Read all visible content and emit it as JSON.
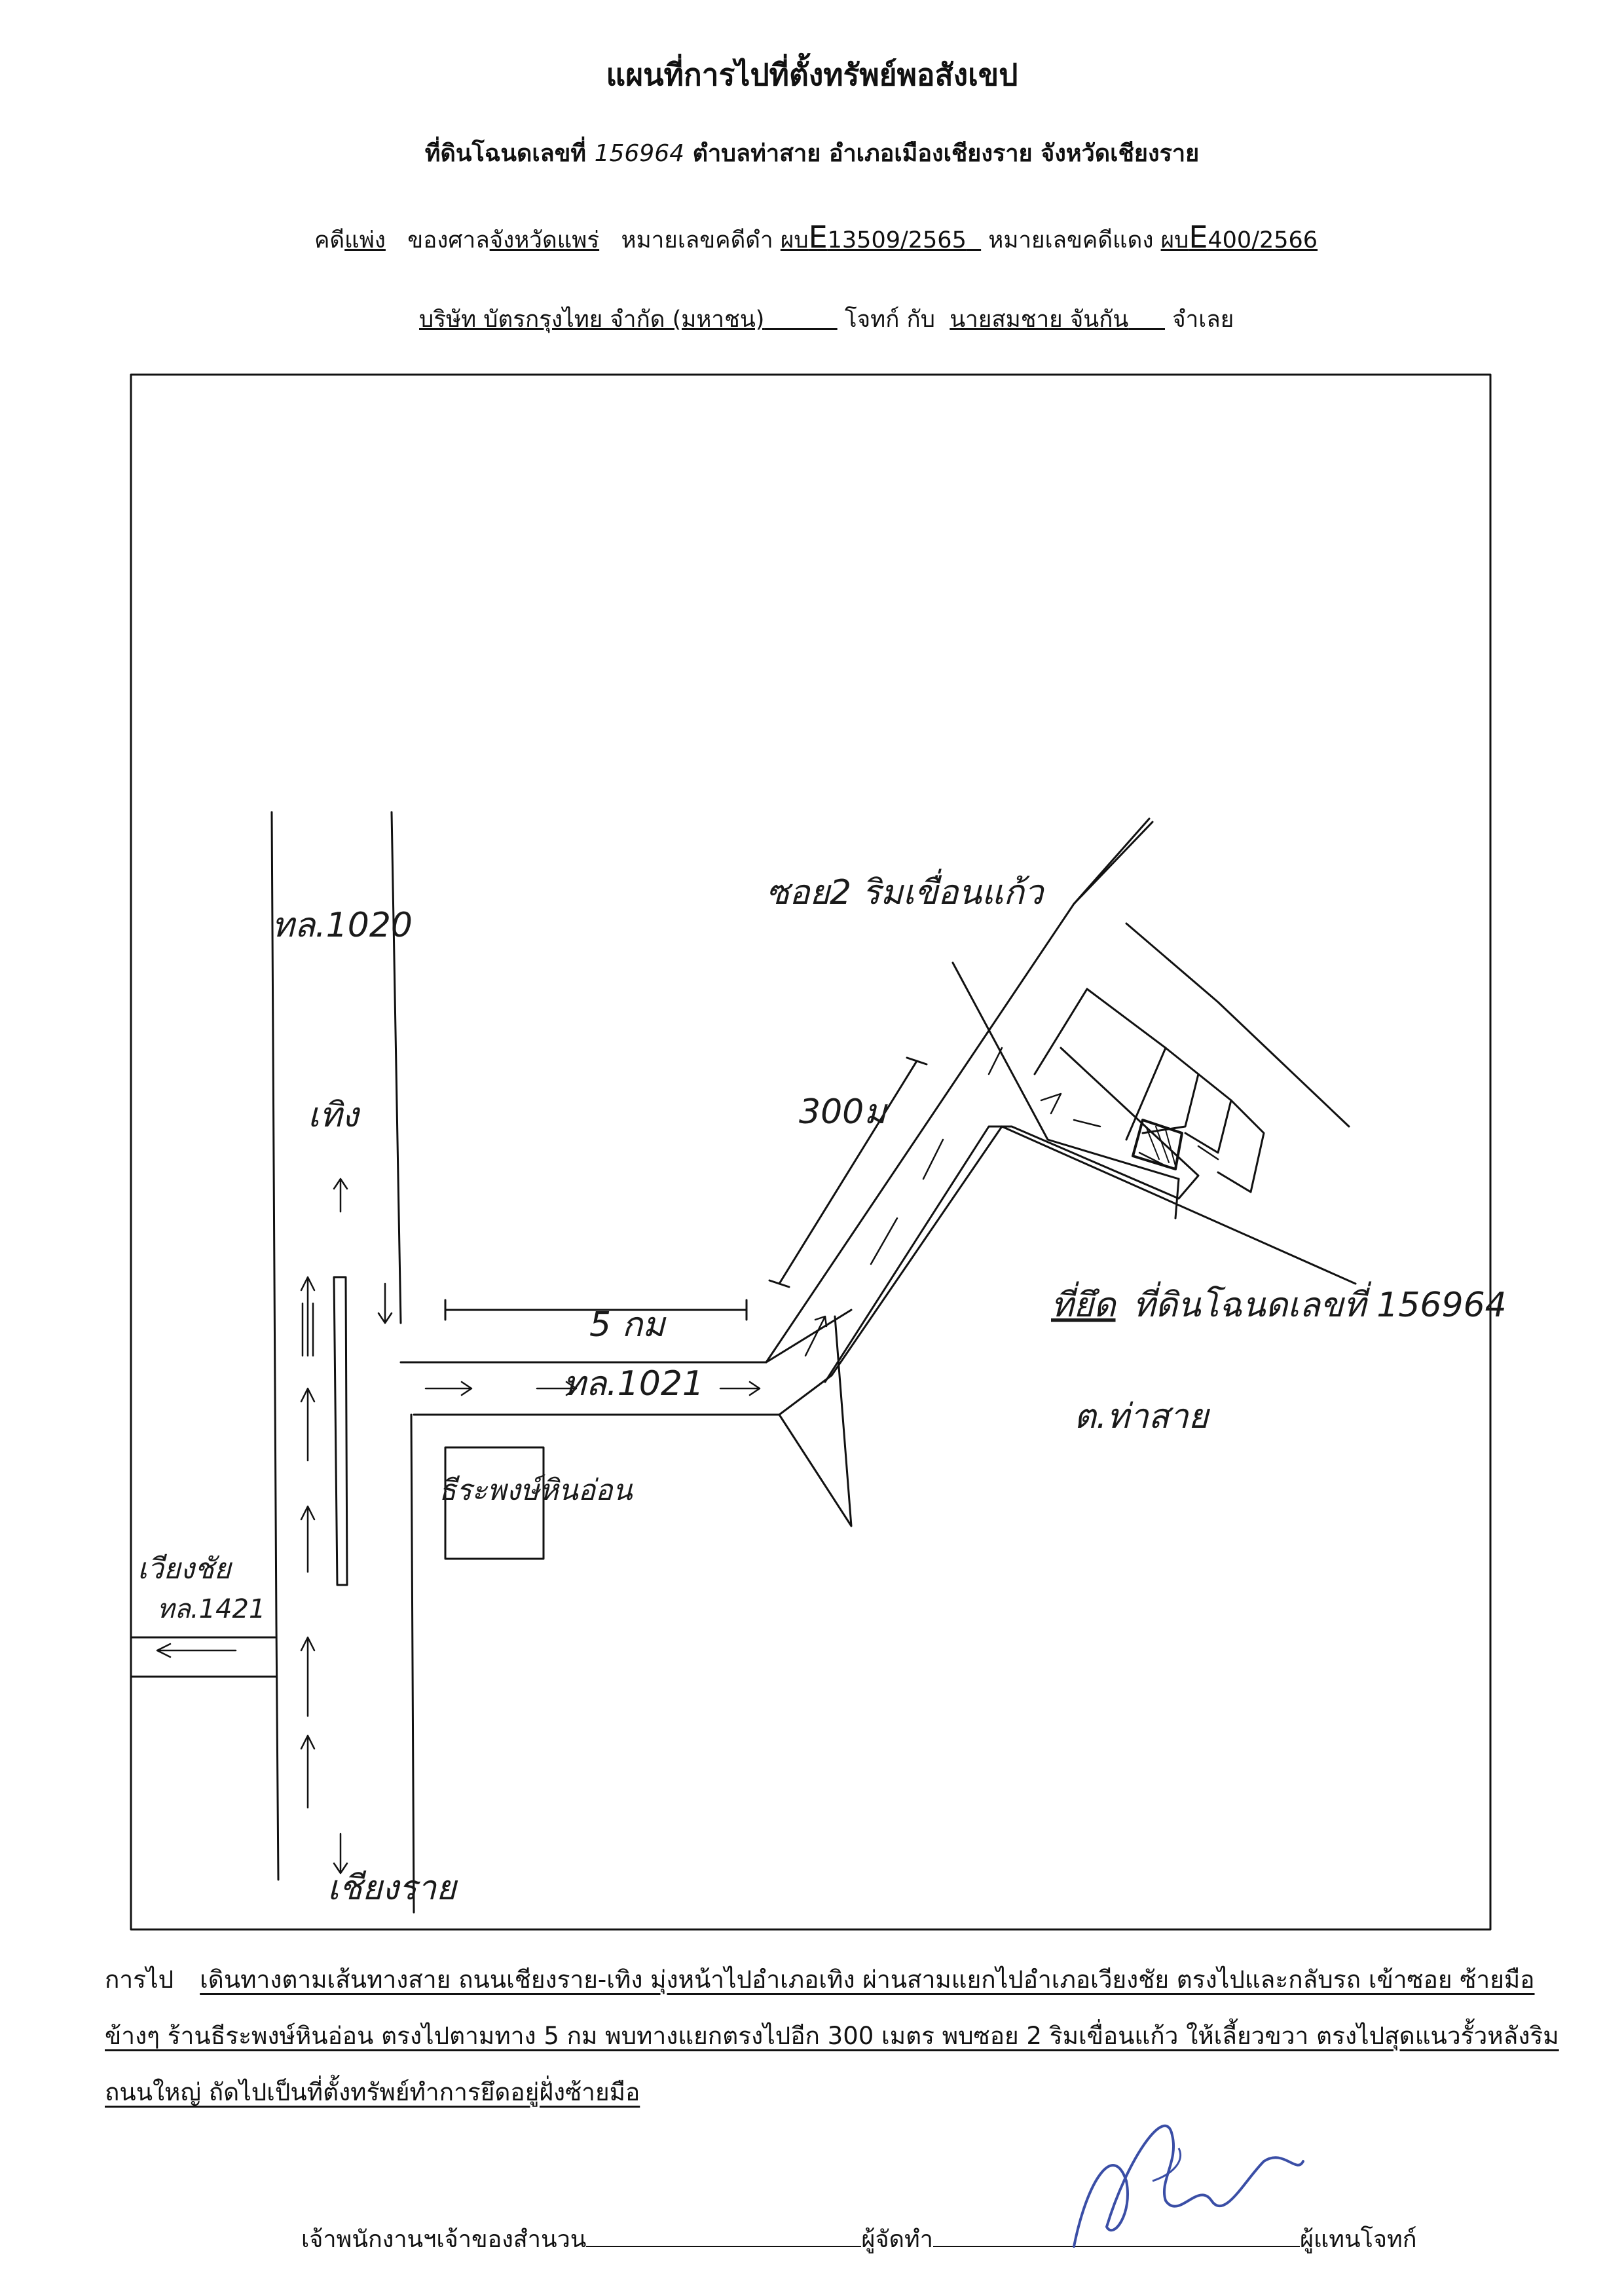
{
  "document": {
    "title": "แผนที่การไปที่ตั้งทรัพย์พอสังเขป",
    "land": {
      "prefix": "ที่ดินโฉนดเลขที่",
      "deed_no": "156964",
      "location": "ตำบลท่าสาย  อำเภอเมืองเชียงราย  จังหวัดเชียงราย"
    },
    "case": {
      "type_label": "คดี",
      "type": "แพ่ง",
      "court_label": "ของศาล",
      "court": "จังหวัดแพร่",
      "black_label": "หมายเลขคดีดำ",
      "black_prefix": "ผบ",
      "black_letter": "E",
      "black_no": "13509/2565",
      "red_label": "หมายเลขคดีแดง",
      "red_prefix": "ผบ",
      "red_letter": "E",
      "red_no": "400/2566"
    },
    "parties": {
      "plaintiff": "บริษัท บัตรกรุงไทย จำกัด (มหาชน)",
      "plaintiff_label": "โจทก์",
      "connector": "กับ",
      "defendant": "นายสมชาย จันกัน",
      "defendant_label": "จำเลย"
    }
  },
  "map": {
    "road_1020": "ทล.1020",
    "thoeng": "เทิง",
    "road_1021": "ทล.1021",
    "distance_5km": "5 กม",
    "distance_300m": "300ม",
    "soi": "ซอย2 ริมเขื่อนแก้ว",
    "shop": "ธีระพงษ์หินอ่อน",
    "wiang_chai": "เวียงชัย",
    "road_1421": "ทล.1421",
    "chiang_rai": "เชียงราย",
    "subject_marker": "ที่ยึด",
    "land_label": "ที่ดินโฉนดเลขที่ 156964",
    "tambon": "ต.ท่าสาย"
  },
  "directions": {
    "label": "การไป",
    "text": "เดินทางตามเส้นทางสาย ถนนเชียงราย-เทิง มุ่งหน้าไปอำเภอเทิง ผ่านสามแยกไปอำเภอเวียงชัย ตรงไปและกลับรถ เข้าซอย ซ้ายมือข้างๆ ร้านธีระพงษ์หินอ่อน ตรงไปตามทาง  5 กม พบทางแยกตรงไปอีก 300 เมตร พบซอย 2 ริมเขื่อนแก้ว ให้เลี้ยวขวา ตรงไปสุดแนวรั้วหลังริมถนนใหญ่ ถัดไปเป็นที่ตั้งทรัพย์ทำการยึดอยู่ฝั่งซ้ายมือ"
  },
  "signatures": {
    "officer": "เจ้าพนักงานฯเจ้าของสำนวน",
    "preparer": "ผู้จัดทำ",
    "plaintiff_rep": "ผู้แทนโจทก์"
  }
}
